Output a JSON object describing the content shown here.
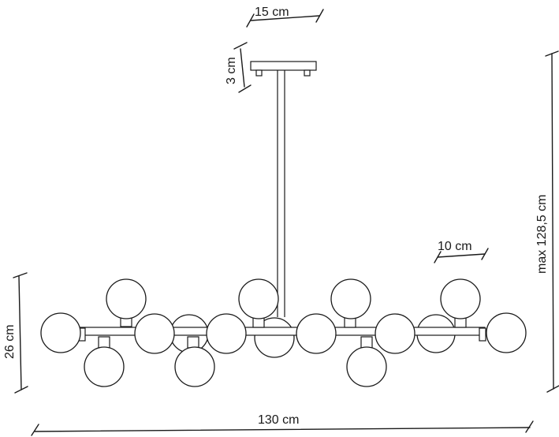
{
  "dimensions": {
    "canopy_width": "15 cm",
    "canopy_height": "3 cm",
    "globe_diameter": "10 cm",
    "fixture_height": "26 cm",
    "fixture_width": "130 cm",
    "max_height": "max 128,5 cm"
  }
}
